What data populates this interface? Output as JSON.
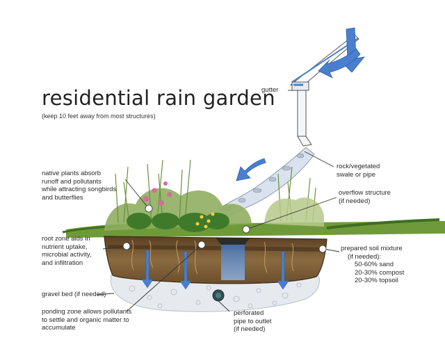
{
  "title": "residential rain garden",
  "subtitle": "(keep 10 feet away from most structures)",
  "labels": {
    "gutter": [
      "gutter"
    ],
    "swale": [
      "rock/vegetated",
      "swale or pipe"
    ],
    "native_plants": [
      "native plants absorb",
      "runoff and pollutants",
      "while attracting songbirds",
      "and butterflies"
    ],
    "overflow": [
      "overflow structure",
      "(if needed)"
    ],
    "root_zone": [
      "root zone aids in",
      "nutrient uptake,",
      "microbial activity,",
      "and infiltration"
    ],
    "soil_mixture": [
      "prepared soil mixture",
      "(if needed):",
      "50-60% sand",
      "20-30% compost",
      "20-30% topsoil"
    ],
    "gravel_bed": [
      "gravel bed (if needed)"
    ],
    "ponding_zone": [
      "ponding zone allows pollutants",
      "to settle and organic matter to",
      "accumulate"
    ],
    "pipe": [
      "perforated",
      "pipe to outlet",
      "(if needed)"
    ]
  },
  "colors": {
    "soil": "#7a5a36",
    "soil_dark": "#4a3520",
    "gravel": "#e4e8ee",
    "grass": "#4f8a2e",
    "water": "#5b86c4",
    "arrow": "#4a7fd0"
  }
}
